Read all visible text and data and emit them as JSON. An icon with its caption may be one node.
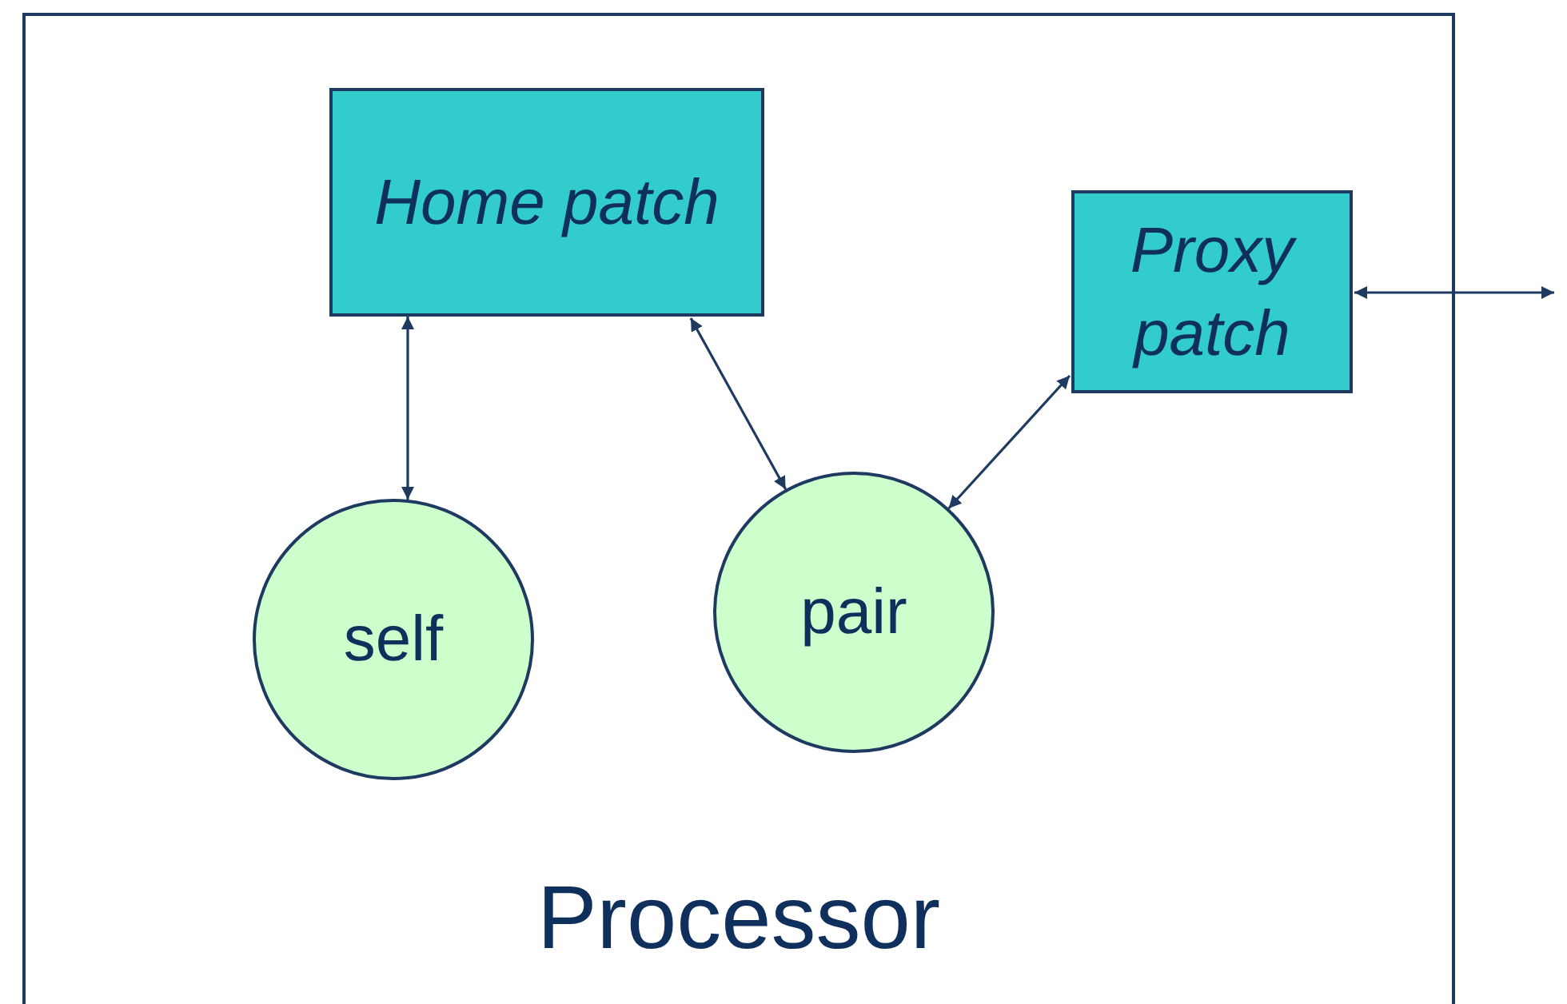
{
  "diagram": {
    "nodes": [
      {
        "text": [
          "Processor"
        ]
      },
      {
        "text": [
          "Home patch"
        ],
        "in": 0
      },
      {
        "text": [
          "Proxy patch"
        ],
        "in": 0
      },
      {
        "text": [
          "self"
        ],
        "in": 0
      },
      {
        "text": [
          "pair"
        ],
        "in": 0
      }
    ],
    "edges": [
      {
        "from": 1,
        "to": 3,
        "arrow": "both"
      },
      {
        "from": 1,
        "to": 4,
        "arrow": "both"
      },
      {
        "from": 2,
        "to": 4,
        "arrow": "both"
      },
      {
        "from": 2,
        "to": null,
        "arrow": "both"
      }
    ]
  }
}
